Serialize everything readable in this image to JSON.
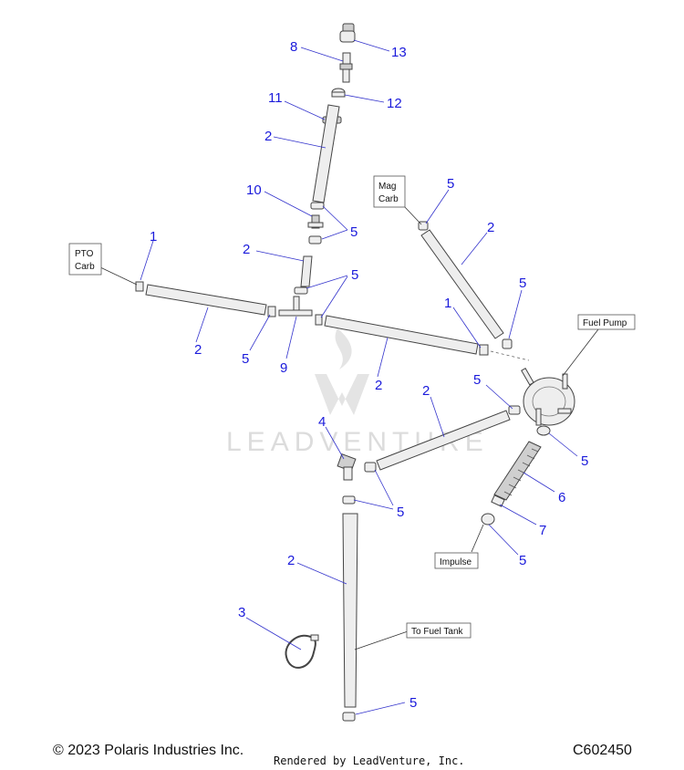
{
  "watermark": {
    "brand": "LEADVENTURE"
  },
  "labels": {
    "pto_line1": "PTO",
    "pto_line2": "Carb",
    "mag_line1": "Mag",
    "mag_line2": "Carb",
    "fuel_pump": "Fuel Pump",
    "impulse": "Impulse",
    "to_fuel_tank": "To Fuel Tank"
  },
  "callouts": {
    "c8": "8",
    "c13": "13",
    "c12": "12",
    "c11": "11",
    "c2_top": "2",
    "c10": "10",
    "c5_top": "5",
    "c2_mid": "2",
    "c5_mid": "5",
    "c1_left": "1",
    "c2_left": "2",
    "c5_left": "5",
    "c9": "9",
    "c2_center": "2",
    "c5_mag": "5",
    "c2_mag": "2",
    "c5_right_top": "5",
    "c1_right": "1",
    "c5_pump": "5",
    "c2_diag": "2",
    "c4": "4",
    "c5_fitting": "5",
    "c5_pump_bottom": "5",
    "c6": "6",
    "c7": "7",
    "c5_impulse": "5",
    "c2_vertical": "2",
    "c3": "3",
    "c5_bottom": "5"
  },
  "footer": {
    "copyright": "© 2023 Polaris Industries Inc.",
    "rendered_by": "Rendered by LeadVenture, Inc.",
    "code": "C602450"
  }
}
